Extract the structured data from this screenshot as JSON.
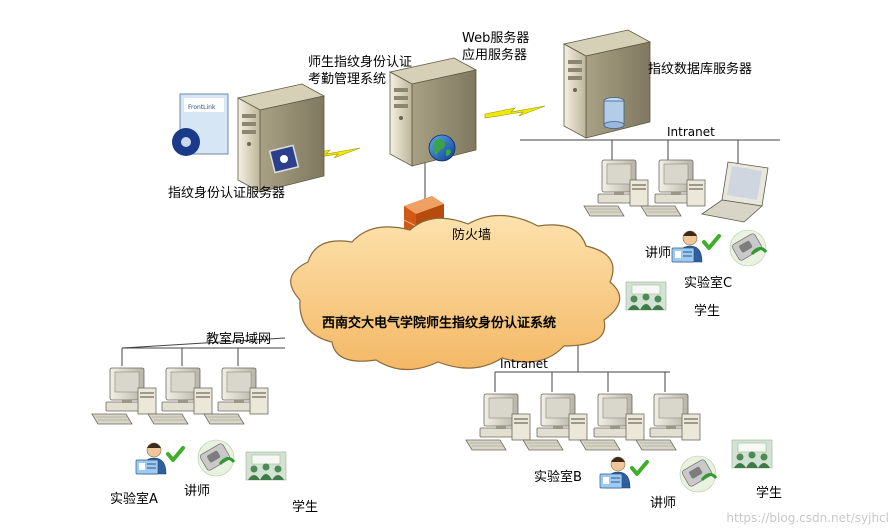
{
  "labels": {
    "web_server": [
      "Web服务器",
      "应用服务器"
    ],
    "attendance": [
      "师生指纹身份认证",
      "考勤管理系统"
    ],
    "fp_db_server": "指纹数据库服务器",
    "fp_auth_server": "指纹身份认证服务器",
    "intranet_top": "Intranet",
    "firewall": "防火墙",
    "cloud": "西南交大电气学院师生指纹身份认证系统",
    "classroom_lan": "教室局域网",
    "intranet_bottom": "Intranet",
    "lab_a": "实验室A",
    "lab_b": "实验室B",
    "lab_c": "实验室C",
    "teacher": "讲师",
    "student": "学生",
    "software_box": "FrontLink"
  },
  "watermark": "https://blog.csdn.net/syjhcl",
  "colors": {
    "cloud_fill": "#f9c983",
    "cloud_stroke": "#8c6a3a",
    "firewall": "#e06a1f",
    "lightning": "#e8e000",
    "server_body": "#e8e2cc",
    "line": "#333333"
  }
}
